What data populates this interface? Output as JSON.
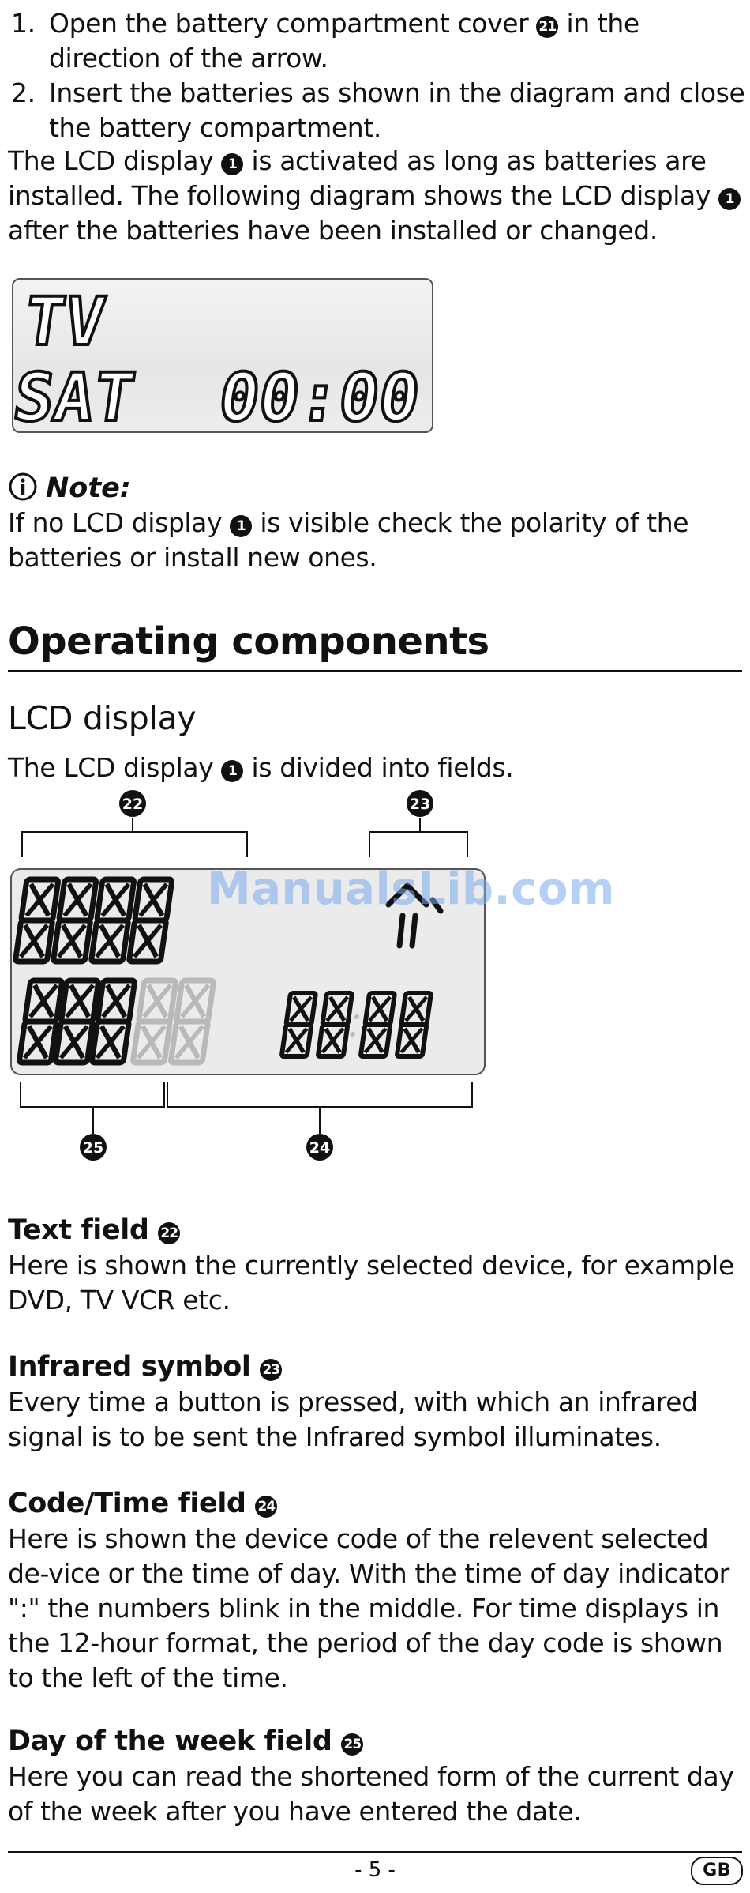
{
  "steps": [
    {
      "num": "1.",
      "pre": "Open the battery compartment cover ",
      "ref": "21",
      "post": " in the direction of the arrow."
    },
    {
      "num": "2.",
      "pre": "Insert the batteries as shown in the diagram and close the battery compartment.",
      "ref": "",
      "post": ""
    }
  ],
  "intro": {
    "t1": "The LCD display ",
    "ref1": "1",
    "t2": " is activated as long as batteries are installed. The following diagram shows the LCD display ",
    "ref2": "1",
    "t3": " after the batteries have been installed or changed."
  },
  "lcd_example": {
    "line1": "TV",
    "day": "SAT",
    "time": "00:00"
  },
  "note": {
    "title": "Note:",
    "t1": "If no LCD display ",
    "ref": "1",
    "t2": " is visible check the polarity of the batteries or install new ones."
  },
  "section_title": "Operating components",
  "lcd_section": {
    "title": "LCD display",
    "t1": "The LCD display ",
    "ref": "1",
    "t2": " is divided into fields.",
    "callouts": {
      "text_field": "22",
      "infrared": "23",
      "code_time": "24",
      "day_of_week": "25"
    }
  },
  "fields": [
    {
      "title": "Text field",
      "ref": "22",
      "body": "Here is shown the currently selected device, for example DVD, TV VCR etc."
    },
    {
      "title": "Infrared symbol",
      "ref": "23",
      "body": "Every time a button is pressed, with which an infrared signal is to be sent the Infrared symbol illuminates."
    },
    {
      "title": "Code/Time field",
      "ref": "24",
      "body": "Here is shown the device code of the relevent selected de-vice or the time of day. With the time of day indicator \":\" the numbers blink in the middle. For time displays in the 12-hour format, the period of the day code is shown to the left of the time."
    },
    {
      "title": "Day of the week field",
      "ref": "25",
      "body": "Here you can read the shortened form of the current day of the week after you have entered the date."
    }
  ],
  "watermark": "ManualsLib.com",
  "footer": {
    "page": "- 5 -",
    "lang": "GB"
  },
  "colors": {
    "text": "#111111",
    "lcd_bg": "#e9e9e9",
    "segment_dim": "#b9b9b9",
    "watermark": "#78aaeb"
  }
}
